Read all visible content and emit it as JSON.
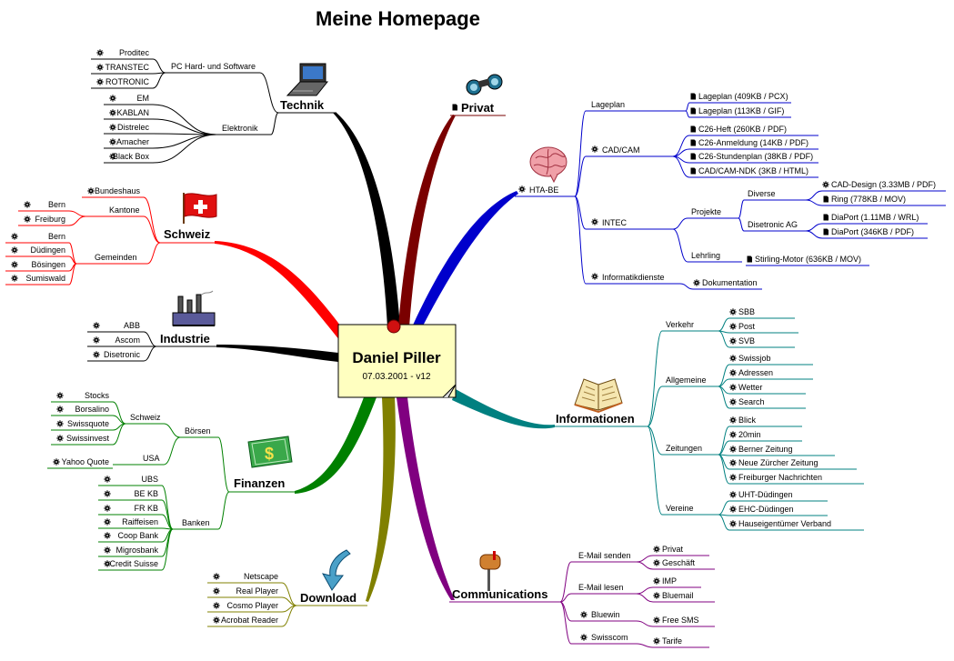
{
  "title": "Meine Homepage",
  "center": {
    "name": "Daniel Piller",
    "date": "07.03.2001 - v12"
  },
  "colors": {
    "technik": "#000000",
    "privat": "#7a0000",
    "hta": "#0000cc",
    "schweiz": "#ff0000",
    "industrie": "#000000",
    "informationen": "#008080",
    "finanzen": "#008000",
    "download": "#808000",
    "communications": "#800080",
    "leaf": "#000000"
  },
  "branches": {
    "technik": {
      "label": "Technik",
      "groups": [
        {
          "label": "PC Hard- und Software",
          "items": [
            "Proditec",
            "TRANSTEC",
            "ROTRONIC"
          ]
        },
        {
          "label": "Elektronik",
          "items": [
            "EM",
            "KABLAN",
            "Distrelec",
            "Amacher",
            "Black Box"
          ]
        }
      ]
    },
    "privat": {
      "label": "Privat"
    },
    "hta": {
      "label": "HTA-BE",
      "lageplan": {
        "label": "Lageplan",
        "items": [
          "Lageplan (409KB / PCX)",
          "Lageplan (113KB / GIF)"
        ]
      },
      "cadcam": {
        "label": "CAD/CAM",
        "items": [
          "C26-Heft (260KB / PDF)",
          "C26-Anmeldung (14KB / PDF)",
          "C26-Stundenplan (38KB / PDF)",
          "CAD/CAM-NDK (3KB / HTML)"
        ]
      },
      "intec": {
        "label": "INTEC",
        "projekte": "Projekte",
        "diverse": {
          "label": "Diverse",
          "items": [
            "CAD-Design (3.33MB / PDF)",
            "Ring (778KB / MOV)"
          ]
        },
        "disetronic": {
          "label": "Disetronic AG",
          "items": [
            "DiaPort (1.11MB / WRL)",
            "DiaPort (346KB / PDF)"
          ]
        },
        "lehrling": {
          "label": "Lehrling",
          "item": "Stirling-Motor (636KB / MOV)"
        }
      },
      "informatik": {
        "label": "Informatikdienste",
        "item": "Dokumentation"
      }
    },
    "schweiz": {
      "label": "Schweiz",
      "bundeshaus": "Bundeshaus",
      "kantone": {
        "label": "Kantone",
        "items": [
          "Bern",
          "Freiburg"
        ]
      },
      "gemeinden": {
        "label": "Gemeinden",
        "items": [
          "Bern",
          "Düdingen",
          "Bösingen",
          "Sumiswald"
        ]
      }
    },
    "industrie": {
      "label": "Industrie",
      "items": [
        "ABB",
        "Ascom",
        "Disetronic"
      ]
    },
    "informationen": {
      "label": "Informationen",
      "groups": [
        {
          "label": "Verkehr",
          "items": [
            "SBB",
            "Post",
            "SVB"
          ]
        },
        {
          "label": "Allgemeine",
          "items": [
            "Swissjob",
            "Adressen",
            "Wetter",
            "Search"
          ]
        },
        {
          "label": "Zeitungen",
          "items": [
            "Blick",
            "20min",
            "Berner Zeitung",
            "Neue Zürcher Zeitung",
            "Freiburger Nachrichten"
          ]
        },
        {
          "label": "Vereine",
          "items": [
            "UHT-Düdingen",
            "EHC-Düdingen",
            "Hauseigentümer Verband"
          ]
        }
      ]
    },
    "finanzen": {
      "label": "Finanzen",
      "boersen": "Börsen",
      "schweiz": {
        "label": "Schweiz",
        "items": [
          "Stocks",
          "Borsalino",
          "Swissquote",
          "Swissinvest"
        ]
      },
      "usa": {
        "label": "USA",
        "item": "Yahoo Quote"
      },
      "banken": {
        "label": "Banken",
        "items": [
          "UBS",
          "BE KB",
          "FR KB",
          "Raiffeisen",
          "Coop Bank",
          "Migrosbank",
          "Credit Suisse"
        ]
      }
    },
    "download": {
      "label": "Download",
      "items": [
        "Netscape",
        "Real Player",
        "Cosmo Player",
        "Acrobat Reader"
      ]
    },
    "communications": {
      "label": "Communications",
      "groups": [
        {
          "label": "E-Mail senden",
          "items": [
            "Privat",
            "Geschäft"
          ]
        },
        {
          "label": "E-Mail lesen",
          "items": [
            "IMP",
            "Bluemail"
          ]
        },
        {
          "label": "Bluewin",
          "items": [
            "Free SMS"
          ]
        },
        {
          "label": "Swisscom",
          "items": [
            "Tarife"
          ]
        }
      ]
    }
  }
}
